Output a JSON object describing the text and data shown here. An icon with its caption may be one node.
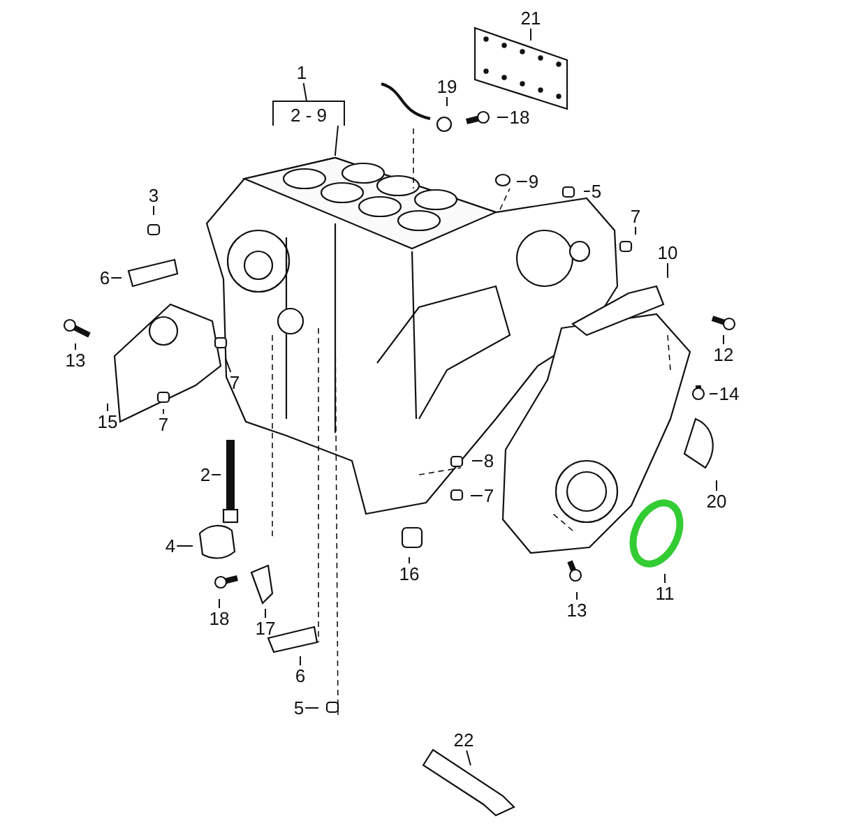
{
  "diagram": {
    "nodes": [
      {
        "text": [
          "1"
        ]
      },
      {
        "text": [
          "2 - 9"
        ]
      },
      {
        "text": [
          "21"
        ]
      },
      {
        "text": [
          "19"
        ]
      },
      {
        "text": [
          "18"
        ]
      },
      {
        "text": [
          "9"
        ]
      },
      {
        "text": [
          "5"
        ]
      },
      {
        "text": [
          "3"
        ]
      },
      {
        "text": [
          "7"
        ]
      },
      {
        "text": [
          "10"
        ]
      },
      {
        "text": [
          "6"
        ]
      },
      {
        "text": [
          "13"
        ]
      },
      {
        "text": [
          "12"
        ]
      },
      {
        "text": [
          "7"
        ]
      },
      {
        "text": [
          "14"
        ]
      },
      {
        "text": [
          "15"
        ]
      },
      {
        "text": [
          "7"
        ]
      },
      {
        "text": [
          "8"
        ]
      },
      {
        "text": [
          "2"
        ]
      },
      {
        "text": [
          "20"
        ]
      },
      {
        "text": [
          "7"
        ]
      },
      {
        "text": [
          "4"
        ]
      },
      {
        "text": [
          "16"
        ]
      },
      {
        "text": [
          "13"
        ]
      },
      {
        "text": [
          "11"
        ]
      },
      {
        "text": [
          "18"
        ]
      },
      {
        "text": [
          "17"
        ]
      },
      {
        "text": [
          "6"
        ]
      },
      {
        "text": [
          "5"
        ]
      },
      {
        "text": [
          "22"
        ]
      }
    ],
    "edges": [
      {
        "from": 0,
        "to": 1,
        "arrow": "none"
      },
      {
        "from": 1,
        "to": null,
        "arrow": "none"
      },
      {
        "from": 2,
        "to": null,
        "arrow": "none"
      },
      {
        "from": 3,
        "to": null,
        "arrow": "none"
      },
      {
        "from": 4,
        "to": null,
        "arrow": "none"
      },
      {
        "from": 5,
        "to": null,
        "arrow": "none"
      },
      {
        "from": 6,
        "to": null,
        "arrow": "none"
      },
      {
        "from": 7,
        "to": null,
        "arrow": "none"
      },
      {
        "from": 8,
        "to": null,
        "arrow": "none"
      },
      {
        "from": 9,
        "to": null,
        "arrow": "none"
      },
      {
        "from": 10,
        "to": null,
        "arrow": "none"
      },
      {
        "from": 11,
        "to": null,
        "arrow": "none"
      },
      {
        "from": 12,
        "to": null,
        "arrow": "none"
      },
      {
        "from": 13,
        "to": null,
        "arrow": "none"
      },
      {
        "from": 14,
        "to": null,
        "arrow": "none"
      },
      {
        "from": 15,
        "to": null,
        "arrow": "none"
      },
      {
        "from": 16,
        "to": null,
        "arrow": "none"
      },
      {
        "from": 17,
        "to": null,
        "arrow": "none"
      },
      {
        "from": 18,
        "to": null,
        "arrow": "none"
      },
      {
        "from": 19,
        "to": null,
        "arrow": "none"
      },
      {
        "from": 20,
        "to": null,
        "arrow": "none"
      },
      {
        "from": 21,
        "to": null,
        "arrow": "none"
      },
      {
        "from": 22,
        "to": null,
        "arrow": "none"
      },
      {
        "from": 23,
        "to": null,
        "arrow": "none"
      },
      {
        "from": 24,
        "to": null,
        "arrow": "none"
      },
      {
        "from": 25,
        "to": null,
        "arrow": "none"
      },
      {
        "from": 26,
        "to": null,
        "arrow": "none"
      },
      {
        "from": 27,
        "to": null,
        "arrow": "none"
      },
      {
        "from": 28,
        "to": null,
        "arrow": "none"
      },
      {
        "from": 29,
        "to": null,
        "arrow": "none"
      }
    ]
  }
}
